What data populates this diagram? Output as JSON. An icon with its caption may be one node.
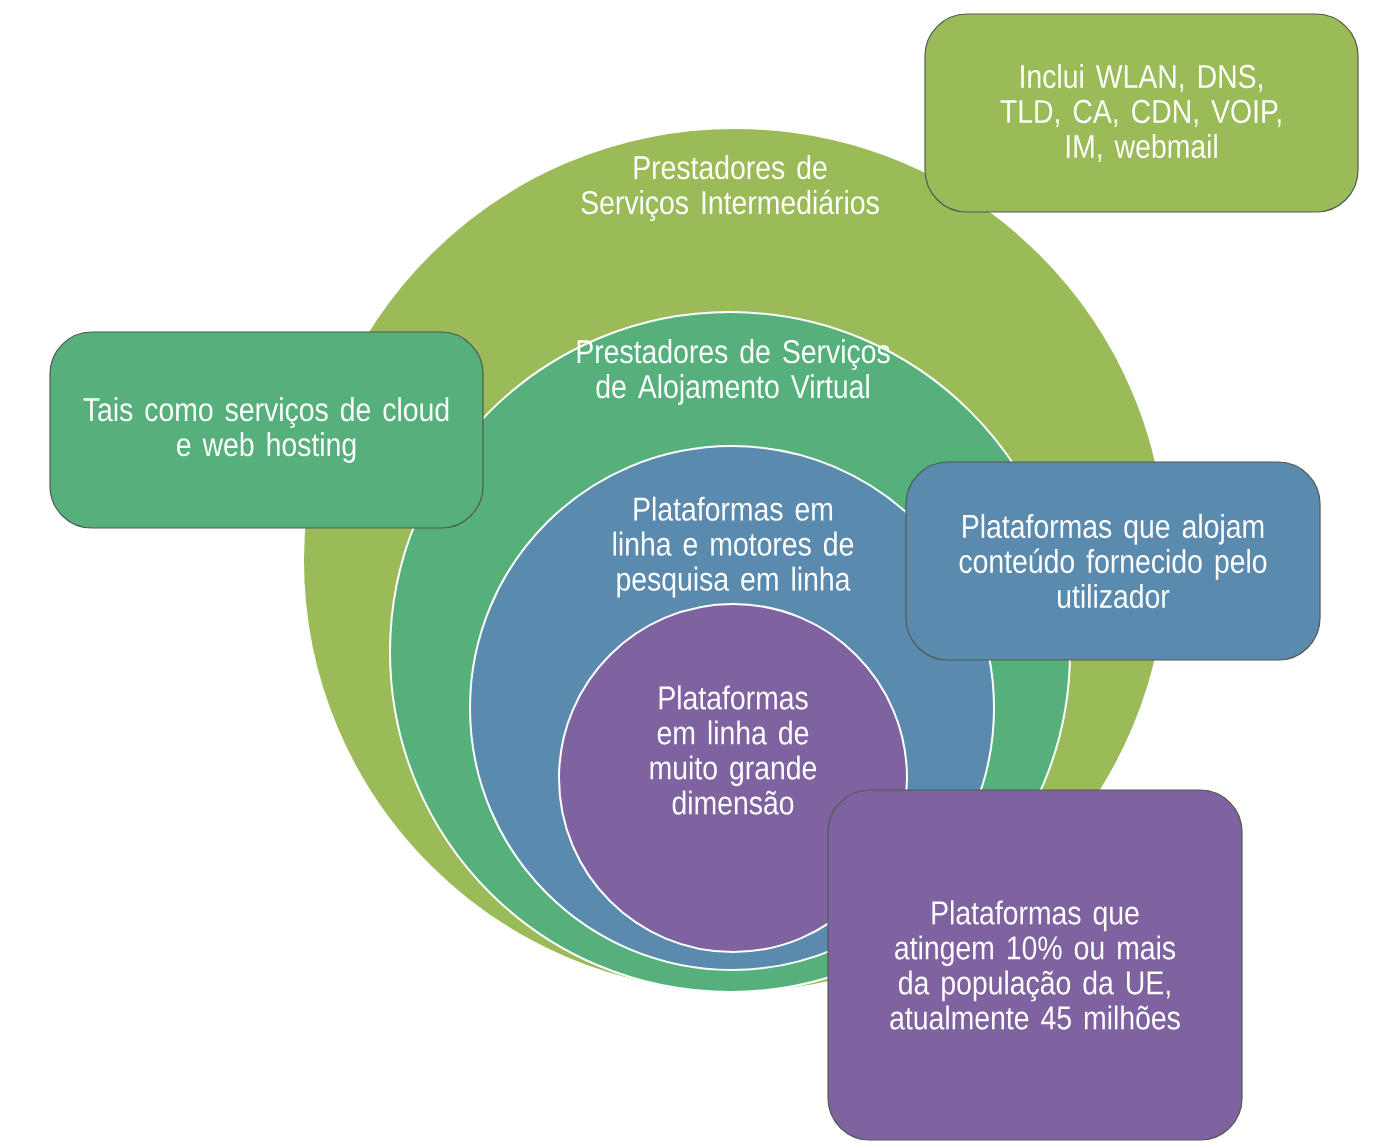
{
  "diagram": {
    "nodes": [
      {
        "text": [
          "Inclui WLAN, DNS, TLD, CA, CDN, VOIP, IM, webmail"
        ]
      },
      {
        "text": [
          "Prestadores de Serviços Intermediários"
        ]
      },
      {
        "text": [
          "Tais como serviços de cloud e web hosting"
        ]
      },
      {
        "text": [
          "Prestadores de Serviços de Alojamento Virtual"
        ],
        "in": 1
      },
      {
        "text": [
          "Plataformas em linha e motores de pesquisa em linha"
        ],
        "in": 3
      },
      {
        "text": [
          "Plataformas que alojam conteúdo fornecido pelo utilizador"
        ]
      },
      {
        "text": [
          "Plataformas em linha de muito grande dimensão"
        ],
        "in": 4
      },
      {
        "text": [
          "Plataformas que atingem 10% ou mais da população da UE, atualmente 45 milhões"
        ]
      }
    ]
  }
}
